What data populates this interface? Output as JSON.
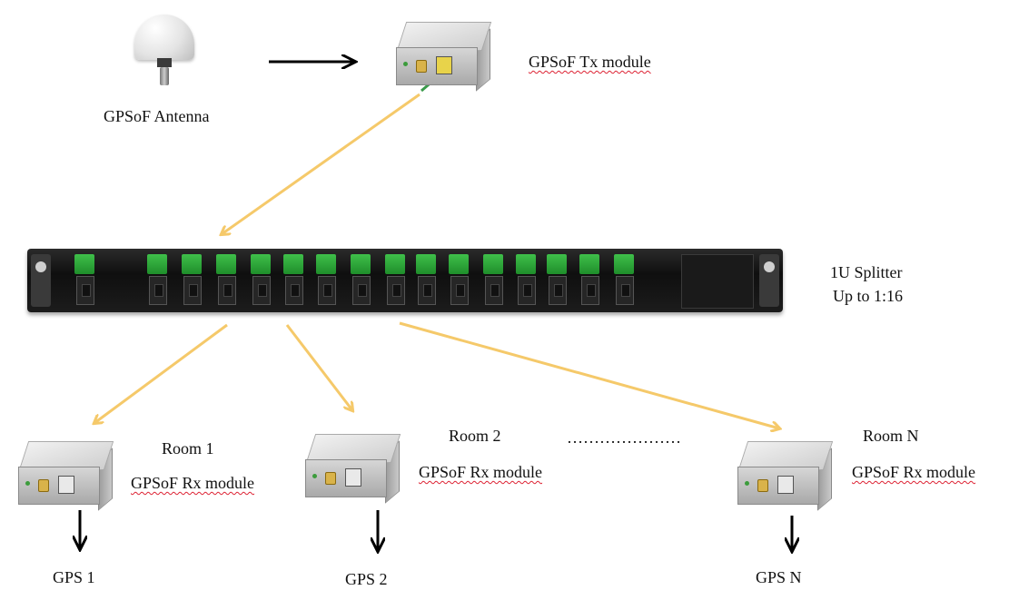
{
  "antenna": {
    "label": "GPSoF Antenna"
  },
  "tx_module": {
    "label": "GPSoF Tx module"
  },
  "splitter": {
    "label_line1": "1U Splitter",
    "label_line2": "Up to 1:16",
    "port_count": 16
  },
  "rooms": [
    {
      "room": "Room 1",
      "module_label": "GPSoF Rx module",
      "output": "GPS 1"
    },
    {
      "room": "Room 2",
      "module_label": "GPSoF Rx module",
      "output": "GPS 2"
    },
    {
      "room": "Room N",
      "module_label": "GPSoF Rx module",
      "output": "GPS N"
    }
  ],
  "ellipsis": "…………………",
  "colors": {
    "fiber_arrow": "#f5c96a",
    "signal_arrow": "#000000",
    "port_green": "#2ea83a"
  }
}
